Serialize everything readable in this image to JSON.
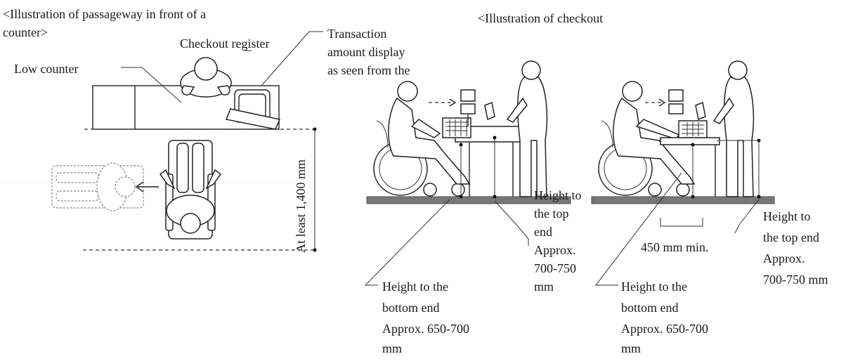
{
  "left_panel": {
    "title_line1": "<Illustration of passageway in front of a",
    "title_line2": "counter>",
    "label_low_counter": "Low counter",
    "label_checkout_register": "Checkout register",
    "label_transaction_1": "Transaction",
    "label_transaction_2": "amount display",
    "label_transaction_3": "as seen from the",
    "label_width": "At least 1,400 mm"
  },
  "right_panel": {
    "title": "<Illustration  of  checkout",
    "fig1": {
      "top_label": [
        "Height to",
        "the top",
        "end",
        "Approx.",
        "700-750",
        "mm"
      ],
      "bottom_label": [
        "Height to the",
        "bottom end",
        "Approx. 650-700",
        "mm"
      ]
    },
    "fig2": {
      "width_label": "450 mm min.",
      "top_label": [
        "Height to",
        "the top end",
        "Approx.",
        "700-750 mm"
      ],
      "bottom_label": [
        "Height to the",
        "bottom end",
        "Approx. 650-700",
        "mm"
      ]
    }
  }
}
